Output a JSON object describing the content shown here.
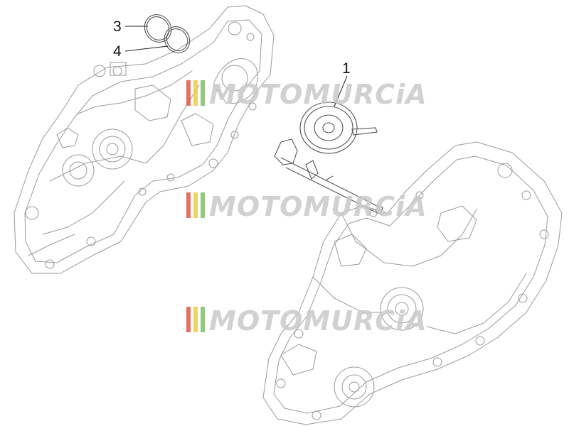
{
  "callouts": {
    "part_1": "1",
    "part_3": "3",
    "part_4": "4"
  },
  "watermark": {
    "text": "MOTOMURCiA",
    "stripe_colors": [
      "#e05a4a",
      "#f2c94c",
      "#7fbf6a"
    ]
  }
}
